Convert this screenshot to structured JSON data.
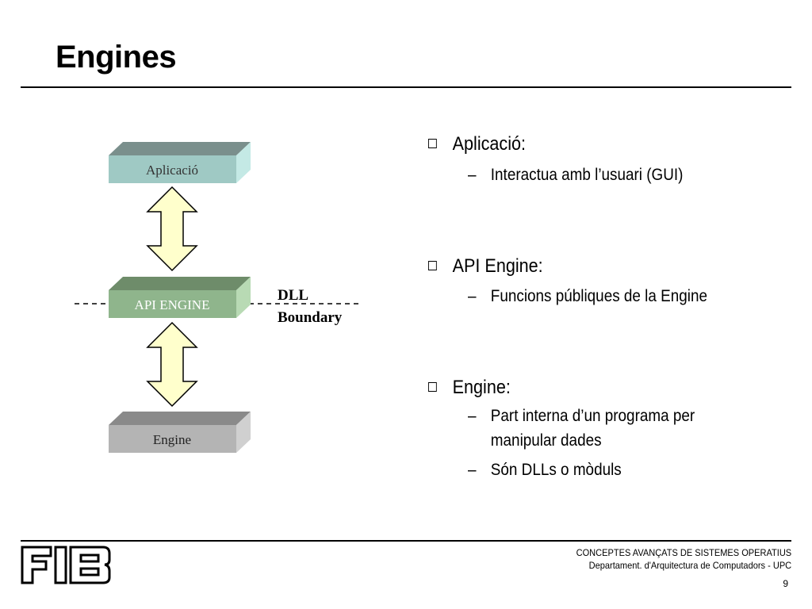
{
  "slide": {
    "title": "Engines",
    "page_number": "9"
  },
  "diagram": {
    "blocks": [
      {
        "label": "Aplicació",
        "front": "#9FC9C4",
        "top": "#7A8F8C",
        "side": "#C4E9E5"
      },
      {
        "label": "API ENGINE",
        "front": "#8FB58C",
        "top": "#6E8C6A",
        "side": "#B8DAB4"
      },
      {
        "label": "Engine",
        "front": "#B4B4B4",
        "top": "#8A8A8A",
        "side": "#D0D0D0"
      }
    ],
    "arrow_fill": "#FFFFCC",
    "dll_label_line1": "DLL",
    "dll_label_line2": "Boundary"
  },
  "bullets": [
    {
      "text": "Aplicació:",
      "subs": [
        "Interactua amb l’usuari (GUI)"
      ]
    },
    {
      "text": "API Engine:",
      "subs": [
        "Funcions públiques de la Engine"
      ]
    },
    {
      "text": "Engine:",
      "subs": [
        "Part interna d’un programa per",
        "manipular dades",
        "Són DLLs o mòduls"
      ]
    }
  ],
  "footer": {
    "line1": "CONCEPTES AVANÇATS DE SISTEMES OPERATIUS",
    "line2": "Departament.  d'Arquitectura de Computadors - UPC",
    "logo": "FIB"
  }
}
